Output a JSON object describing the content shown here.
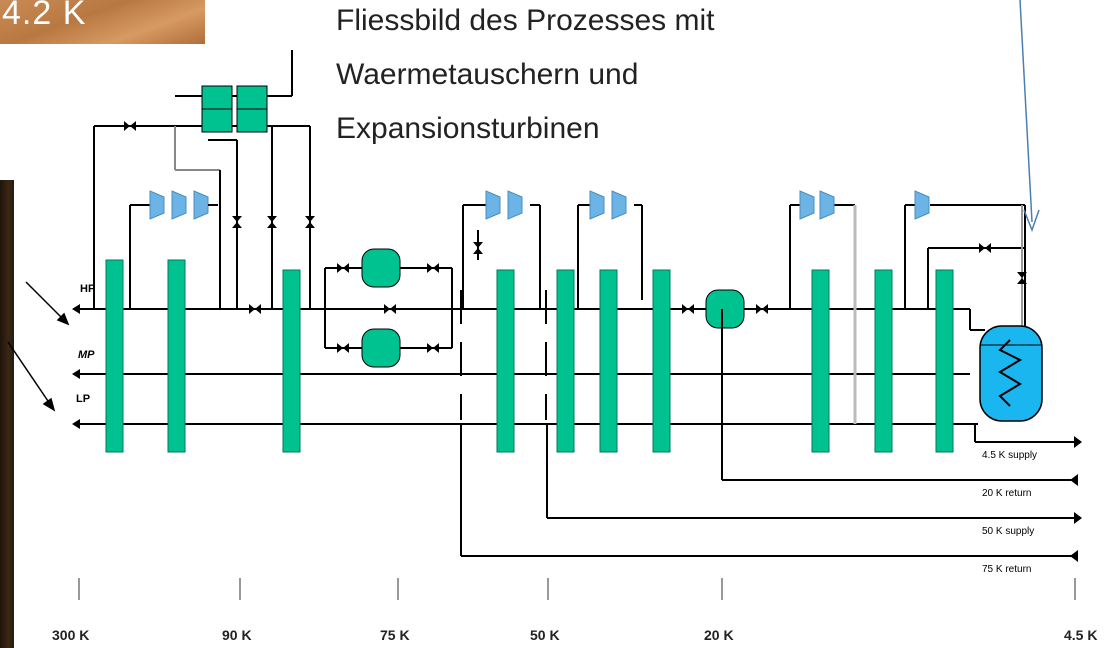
{
  "corner_badge": "4.2 K",
  "title_lines": [
    "Fliessbild des Prozesses mit",
    "Waermetauschern und",
    "Expansionsturbinen"
  ],
  "stream_labels": {
    "hp": "HP",
    "mp": "MP",
    "lp": "LP"
  },
  "outputs": [
    {
      "label": "4.5 K supply"
    },
    {
      "label": "20 K return"
    },
    {
      "label": "50 K supply"
    },
    {
      "label": "75 K return"
    }
  ],
  "temperature_axis": [
    "300 K",
    "90 K",
    "75 K",
    "50 K",
    "20 K",
    "4.5 K"
  ],
  "colors": {
    "heat_exchanger": "#00c291",
    "turbine": "#6cb4e6",
    "helium_vessel": "#1ab6f0",
    "arrow": "#4a7fb5",
    "line": "#000000"
  }
}
